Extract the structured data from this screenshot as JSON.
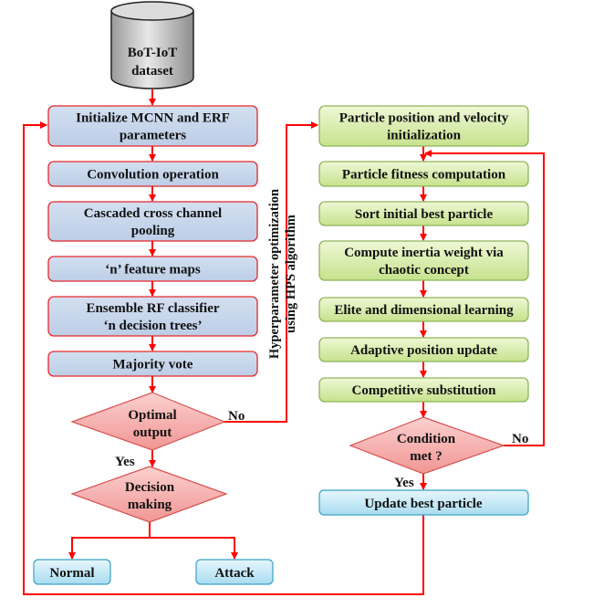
{
  "colors": {
    "arrow": "#ff0000",
    "left_box_fill": "#c6d6ec",
    "left_box_border": "#e8272a",
    "right_box_fill": "#d4ec9e",
    "right_box_border": "#8fb45a",
    "decision_fill": "#f6a9a9",
    "decision_border": "#d6524f",
    "output_box_fill": "#bfe6f5",
    "output_box_border": "#3aa2c5",
    "dataset_fill": "#c8c8c8"
  },
  "dataset": {
    "lines": [
      "BoT-IoT",
      "dataset"
    ]
  },
  "left_column": [
    {
      "id": "init",
      "lines": [
        "Initialize MCNN and ERF",
        "parameters"
      ]
    },
    {
      "id": "conv",
      "lines": [
        "Convolution operation"
      ]
    },
    {
      "id": "pool",
      "lines": [
        "Cascaded cross channel",
        "pooling"
      ]
    },
    {
      "id": "fmaps",
      "lines": [
        "‘n’ feature maps"
      ]
    },
    {
      "id": "erf",
      "lines": [
        "Ensemble RF classifier",
        "‘n decision trees’"
      ]
    },
    {
      "id": "vote",
      "lines": [
        "Majority vote"
      ]
    }
  ],
  "decisions": {
    "optimal": {
      "lines": [
        "Optimal",
        "output"
      ],
      "yes": "Yes",
      "no": "No"
    },
    "decision_making": {
      "lines": [
        "Decision",
        "making"
      ]
    },
    "condition": {
      "lines": [
        "Condition",
        "met ?"
      ],
      "yes": "Yes",
      "no": "No"
    }
  },
  "outputs": {
    "normal": "Normal",
    "attack": "Attack"
  },
  "vertical_label": [
    "Hyperparameter optimization",
    "using HPS algorithm"
  ],
  "right_column": [
    {
      "id": "pinit",
      "lines": [
        "Particle position and velocity",
        "initialization"
      ]
    },
    {
      "id": "fit",
      "lines": [
        "Particle fitness computation"
      ]
    },
    {
      "id": "sort",
      "lines": [
        "Sort initial best particle"
      ]
    },
    {
      "id": "inertia",
      "lines": [
        "Compute inertia weight via",
        "chaotic concept"
      ]
    },
    {
      "id": "elite",
      "lines": [
        "Elite and dimensional learning"
      ]
    },
    {
      "id": "adapt",
      "lines": [
        "Adaptive position update"
      ]
    },
    {
      "id": "comp",
      "lines": [
        "Competitive substitution"
      ]
    }
  ],
  "update_best": "Update best particle"
}
